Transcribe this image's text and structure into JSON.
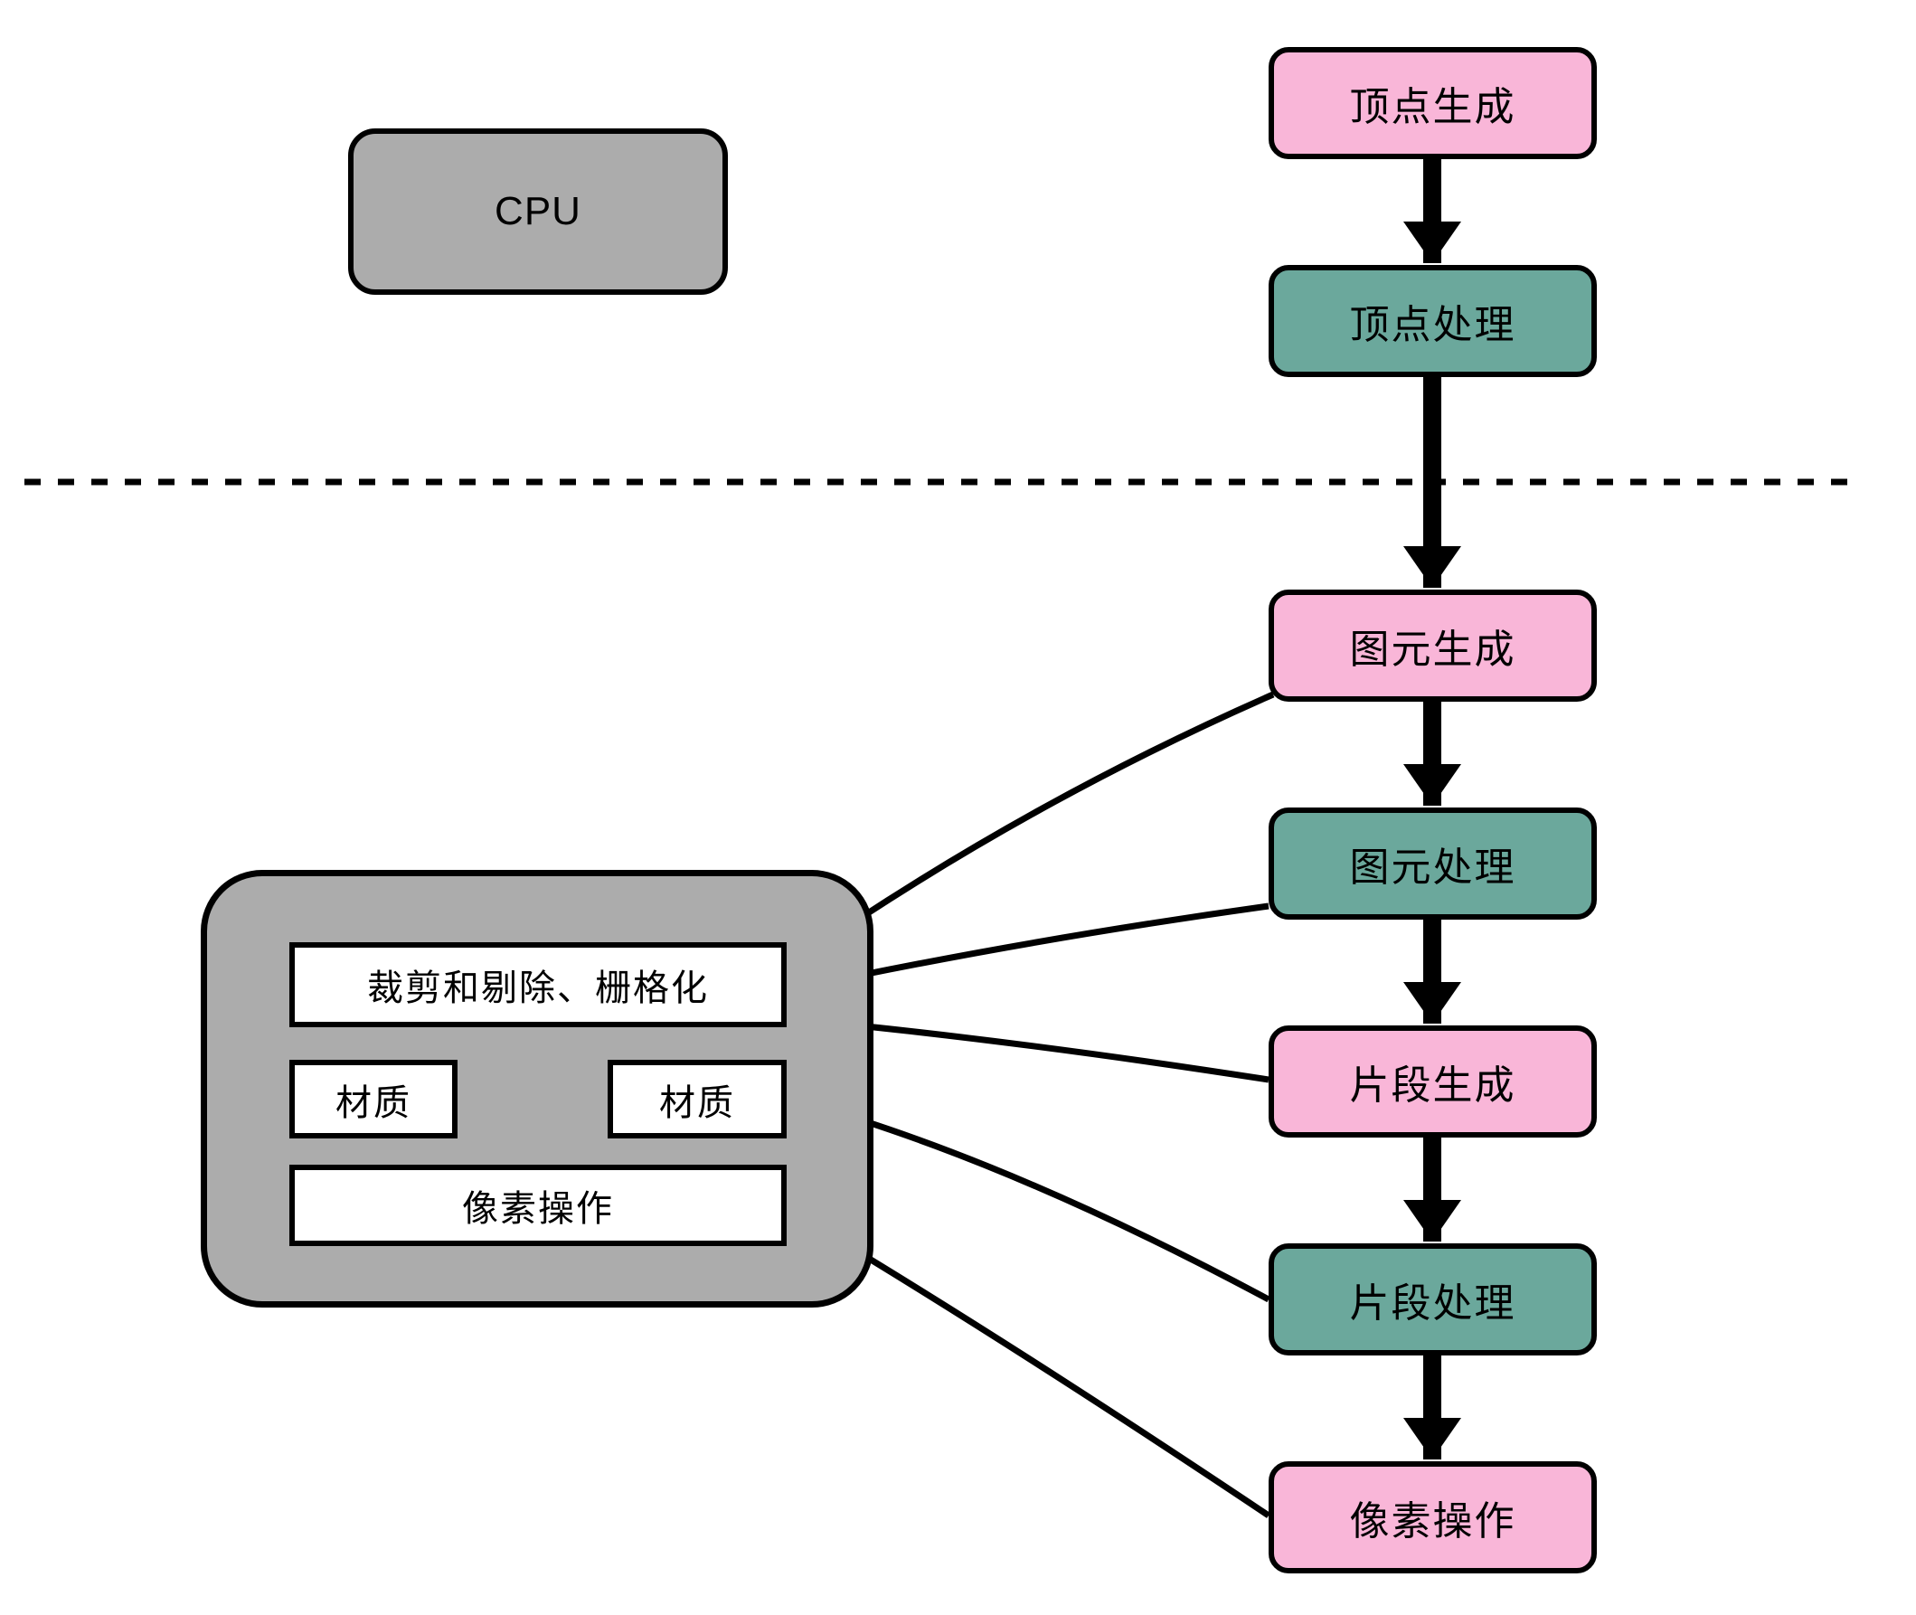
{
  "cpu": {
    "label": "CPU"
  },
  "pipeline": [
    {
      "label": "顶点生成",
      "color": "#F9B6D8"
    },
    {
      "label": "顶点处理",
      "color": "#6BA89C"
    },
    {
      "label": "图元生成",
      "color": "#F9B6D8"
    },
    {
      "label": "图元处理",
      "color": "#6BA89C"
    },
    {
      "label": "片段生成",
      "color": "#F9B6D8"
    },
    {
      "label": "片段处理",
      "color": "#6BA89C"
    },
    {
      "label": "像素操作",
      "color": "#F9B6D8"
    }
  ],
  "gpu_internals": {
    "clip_cull_raster_label": "裁剪和剔除、栅格化",
    "texture_left_label": "材质",
    "texture_right_label": "材质",
    "pixel_ops_label": "像素操作"
  },
  "colors": {
    "pink": "#F9B6D8",
    "teal": "#6BA89C",
    "gray": "#ACACAC",
    "outline": "#000000",
    "inner_box": "#FFFFFF",
    "background": "#FFFFFF"
  }
}
